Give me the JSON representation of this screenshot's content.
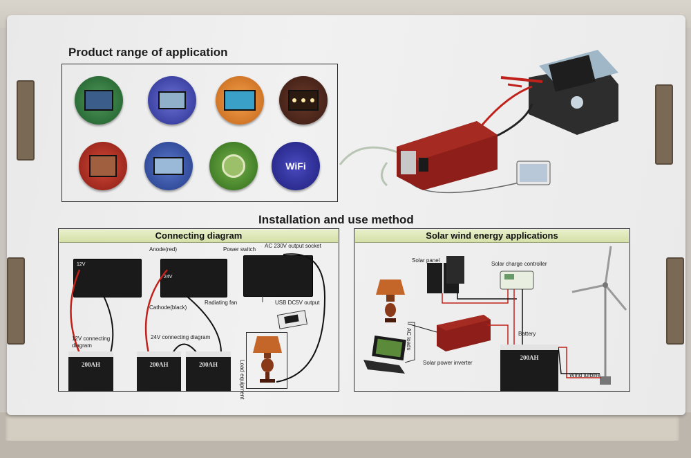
{
  "sections": {
    "product_range_title": "Product range of application",
    "installation_title": "Installation and use method"
  },
  "connecting": {
    "header": "Connecting diagram",
    "anode": "Anode(red)",
    "power_switch": "Power switch",
    "ac_socket": "AC 230V output socket",
    "cathode": "Cathode(black)",
    "radiating_fan": "Radiating fan",
    "usb_output": "USB DC5V output",
    "label_12v": "12V connecting diagram",
    "label_24v": "24V connecting diagram",
    "load_equipment": "Load equipment",
    "inverter_12v": "12V",
    "inverter_24v": "24V",
    "battery_label": "200AH"
  },
  "solar": {
    "header": "Solar wind energy applications",
    "solar_panel": "Solar panel",
    "charge_controller": "Solar charge controller",
    "battery": "Battery",
    "ac_loads": "AC loads",
    "power_inverter": "Solar power inverter",
    "wind_turbine": "Wind turbine",
    "battery_label": "200AH"
  },
  "icons": {
    "wifi_text": "WiFi"
  },
  "colors": {
    "band": "#d8e2ad",
    "inverter_red": "#8e1e1a",
    "wire_red": "#c0211b"
  }
}
